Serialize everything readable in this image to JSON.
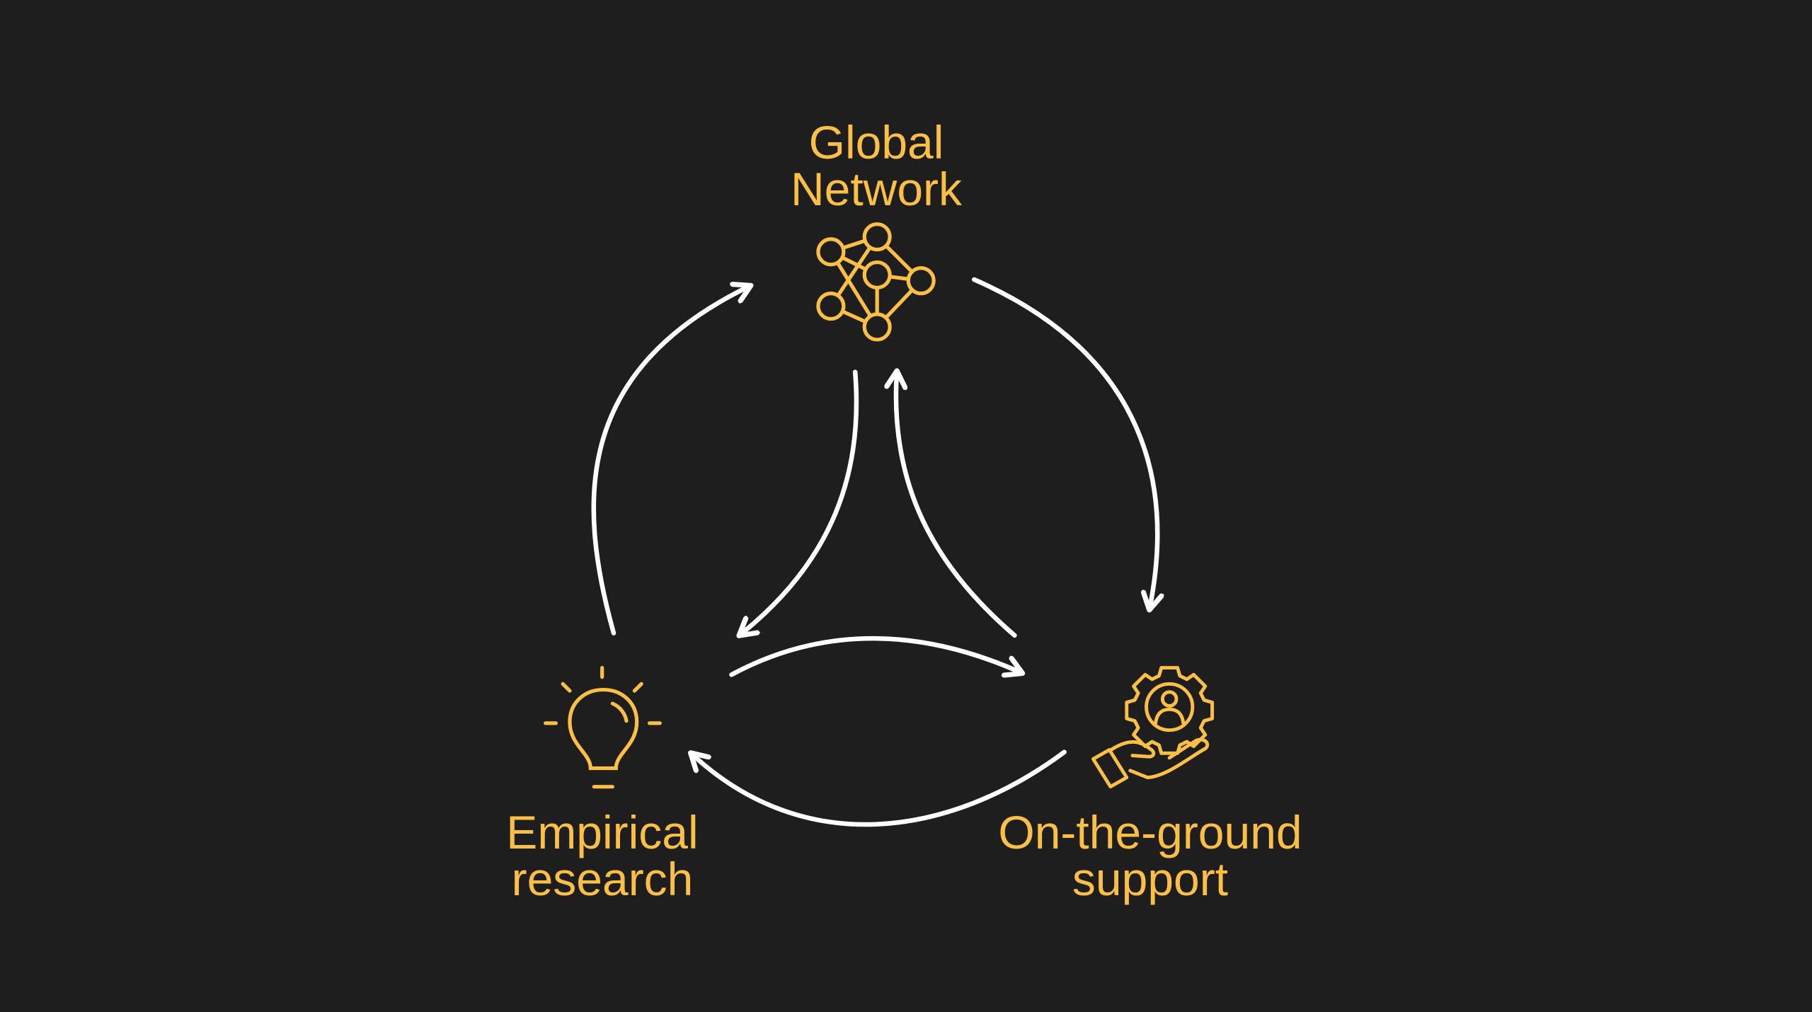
{
  "colors": {
    "background": "#1e1e1e",
    "accent": "#fbbf45",
    "arrow": "#ffffff"
  },
  "nodes": [
    {
      "line1": "Global",
      "line2": "Network",
      "icon": "network-icon"
    },
    {
      "line1": "Empirical",
      "line2": "research",
      "icon": "lightbulb-icon"
    },
    {
      "line1": "On-the-ground",
      "line2": "support",
      "icon": "gear-hand-icon"
    }
  ]
}
